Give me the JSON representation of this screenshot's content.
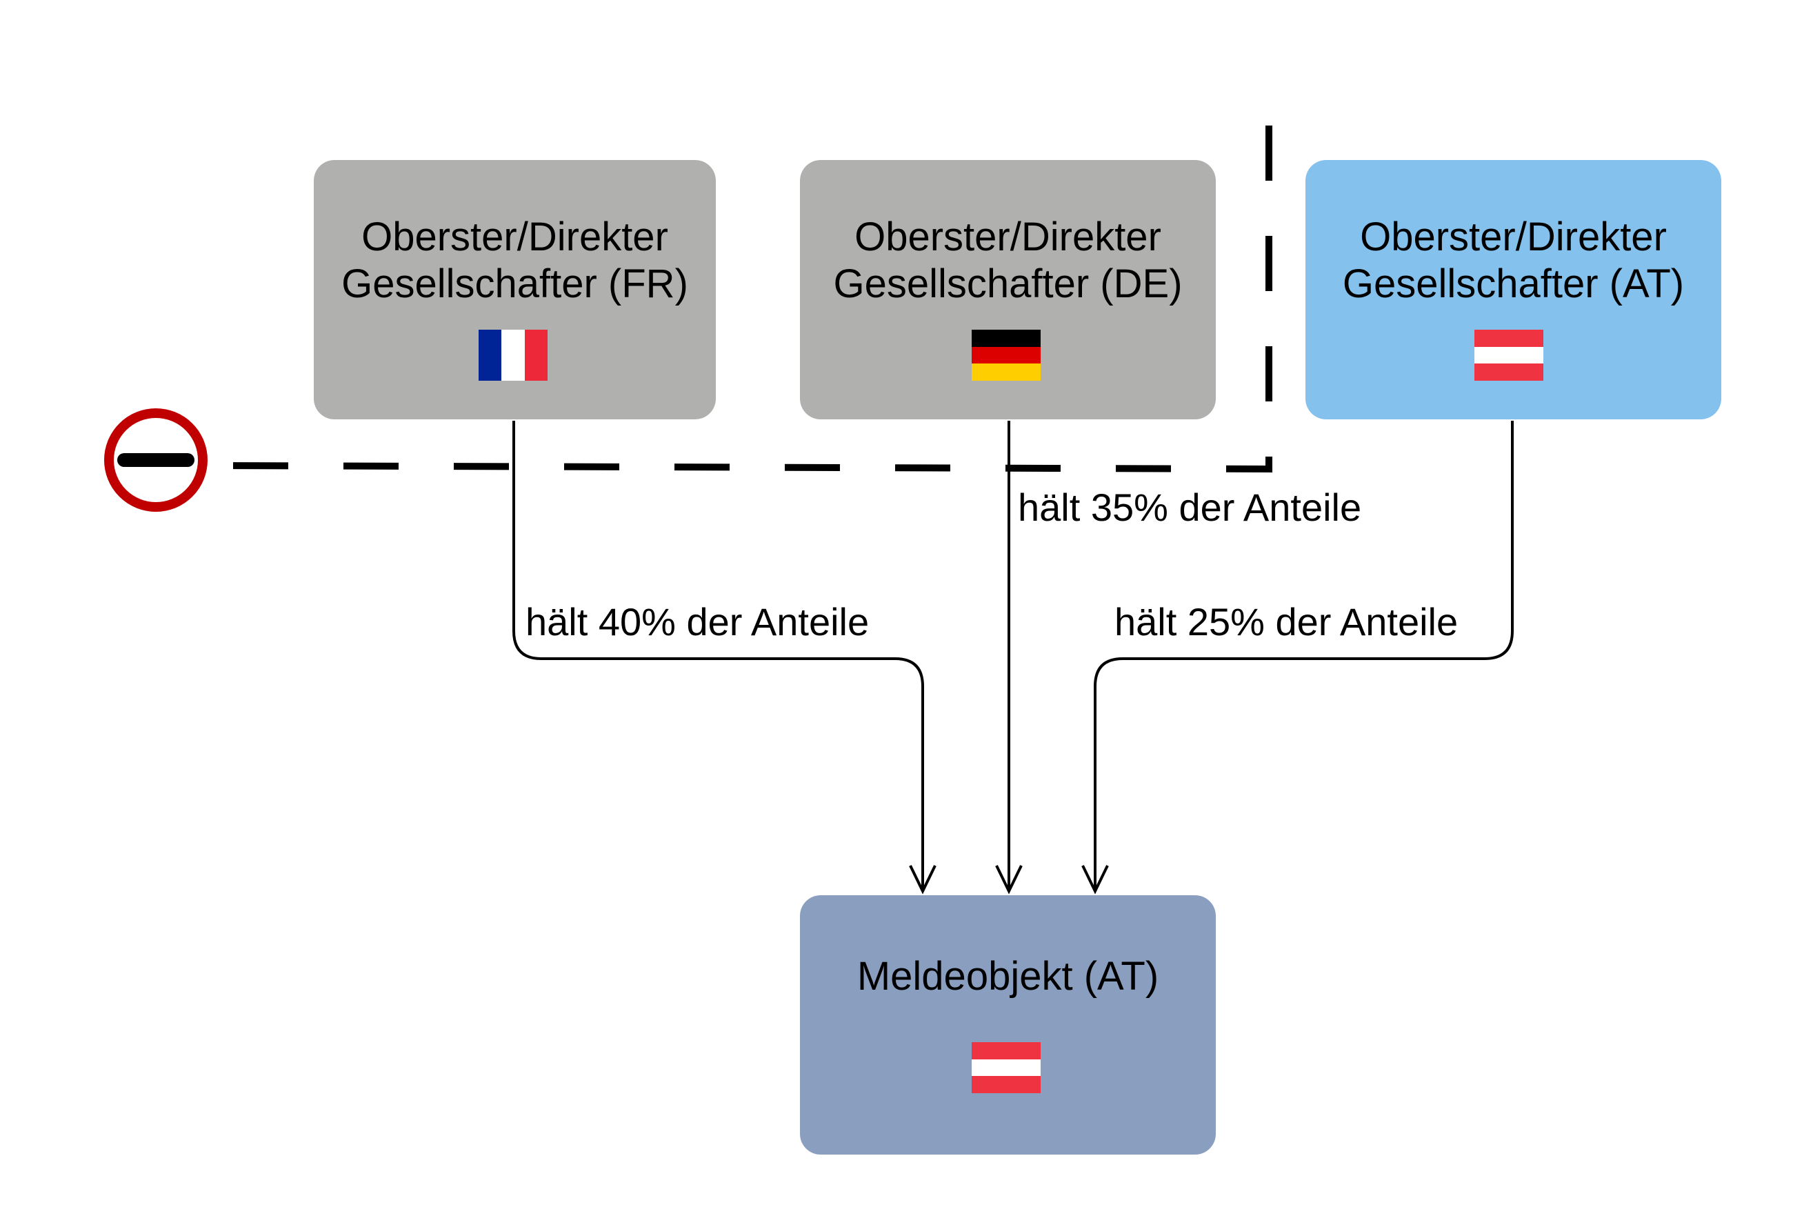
{
  "colors": {
    "foreign_shareholder": "#b0b0af",
    "domestic_shareholder": "#85c1ed",
    "reporting_entity": "#8a9ebf",
    "no_entry_ring": "#c00000",
    "line": "#000000"
  },
  "flags": {
    "fr": [
      "#002395",
      "#ffffff",
      "#ed2939"
    ],
    "de": [
      "#000000",
      "#dd0000",
      "#ffce00"
    ],
    "at": [
      "#ef3340",
      "#ffffff",
      "#ef3340"
    ]
  },
  "nodes": {
    "fr": {
      "line1": "Oberster/Direkter",
      "line2": "Gesellschafter (FR)",
      "flag": "fr"
    },
    "de": {
      "line1": "Oberster/Direkter",
      "line2": "Gesellschafter (DE)",
      "flag": "de"
    },
    "at": {
      "line1": "Oberster/Direkter",
      "line2": "Gesellschafter (AT)",
      "flag": "at"
    },
    "target": {
      "label": "Meldeobjekt (AT)",
      "flag": "at"
    }
  },
  "edges": {
    "fr_to_target": {
      "label": "hält 40% der Anteile",
      "share": 40
    },
    "de_to_target": {
      "label": "hält 35% der Anteile",
      "share": 35
    },
    "at_to_target": {
      "label": "hält 25% der Anteile",
      "share": 25
    }
  },
  "icons": {
    "boundary_marker": "no-entry-icon"
  }
}
